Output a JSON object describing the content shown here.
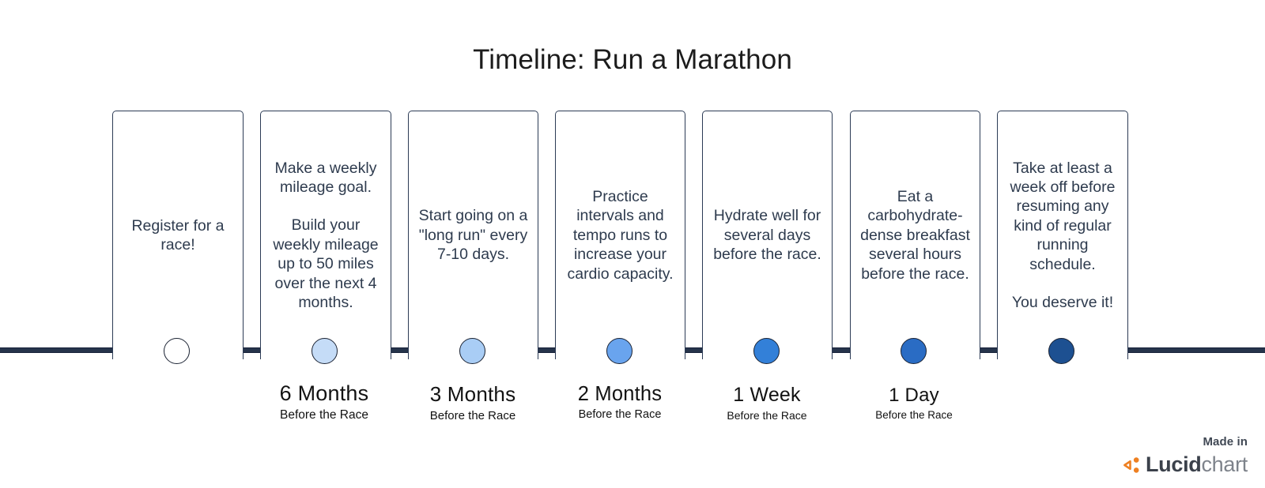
{
  "title": "Timeline: Run a Marathon",
  "axis": {
    "line_color": "#26344b",
    "sub_label": "Before the Race"
  },
  "milestones": [
    {
      "id": "register",
      "paragraphs": [
        "Register for a race!"
      ],
      "dot_color": "#ffffff",
      "dot_outline": "#1b2333",
      "label_main": "",
      "label_sub": ""
    },
    {
      "id": "six-months",
      "paragraphs": [
        "Make a weekly mileage goal.",
        "Build your weekly mileage up to 50 miles over the next 4 months."
      ],
      "dot_color": "#c5dcf7",
      "dot_outline": "#1b2333",
      "label_main": "6 Months",
      "label_sub": "Before the Race"
    },
    {
      "id": "three-months",
      "paragraphs": [
        "Start going on a \"long run\" every 7-10 days."
      ],
      "dot_color": "#a9cdf5",
      "dot_outline": "#1b2333",
      "label_main": "3 Months",
      "label_sub": "Before the Race"
    },
    {
      "id": "two-months",
      "paragraphs": [
        "Practice intervals and tempo runs to increase your cardio capacity."
      ],
      "dot_color": "#69a4ee",
      "dot_outline": "#1b2333",
      "label_main": "2 Months",
      "label_sub": "Before the Race"
    },
    {
      "id": "one-week",
      "paragraphs": [
        "Hydrate well for several days before the race."
      ],
      "dot_color": "#3380d8",
      "dot_outline": "#1b2333",
      "label_main": "1 Week",
      "label_sub": "Before the Race"
    },
    {
      "id": "one-day",
      "paragraphs": [
        "Eat a carbohydrate-dense breakfast several hours before the race."
      ],
      "dot_color": "#2a6cc4",
      "dot_outline": "#1b2333",
      "label_main": "1 Day",
      "label_sub": "Before the Race"
    },
    {
      "id": "after-race",
      "paragraphs": [
        "Take at least a week off before resuming any kind of regular running schedule.",
        "You deserve it!"
      ],
      "dot_color": "#1d5091",
      "dot_outline": "#1b2333",
      "label_main": "",
      "label_sub": ""
    }
  ],
  "branding": {
    "made_in": "Made in",
    "word_bold": "Lucid",
    "word_light": "chart",
    "glyph_color": "#ee8022",
    "glyph_name": "lucid-logo-icon"
  }
}
